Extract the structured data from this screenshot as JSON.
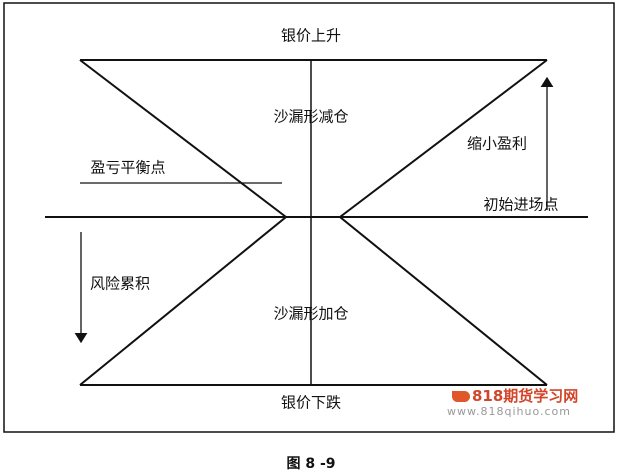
{
  "labels": {
    "top": "银价上升",
    "upper_center": "沙漏形减仓",
    "reduce_profit": "缩小盈利",
    "breakeven": "盈亏平衡点",
    "entry": "初始进场点",
    "risk": "风险累积",
    "lower_center": "沙漏形加仓",
    "bottom": "银价下跌"
  },
  "caption": "图 8 -9",
  "watermark": {
    "brand": "818期货学习网",
    "url": "www.818qihuo.com"
  }
}
